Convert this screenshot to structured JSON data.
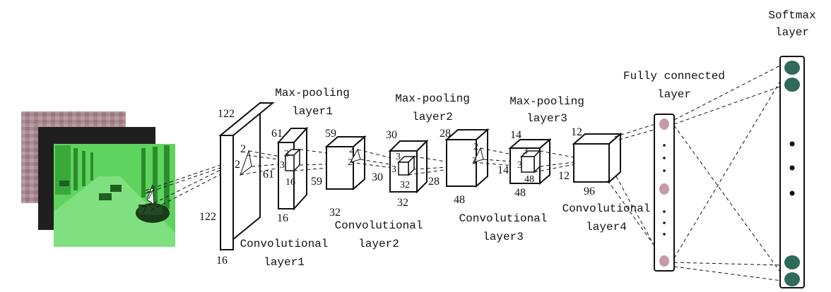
{
  "labels": {
    "softmax": [
      "Softmax",
      "layer"
    ],
    "fully_connected": [
      "Fully connected",
      "layer"
    ],
    "maxpool1": [
      "Max-pooling",
      "layer1"
    ],
    "maxpool2": [
      "Max-pooling",
      "layer2"
    ],
    "maxpool3": [
      "Max-pooling",
      "layer3"
    ],
    "conv1": [
      "Convolutional",
      "layer1"
    ],
    "conv2": [
      "Convolutional",
      "layer2"
    ],
    "conv3": [
      "Convolutional",
      "layer3"
    ],
    "conv4": [
      "Convolutional",
      "layer4"
    ]
  },
  "dims": {
    "conv1": {
      "depth": "122",
      "height": "122",
      "channels": "16",
      "kernel_w": "2",
      "kernel_h": "2"
    },
    "input_kernel": {
      "w": "7",
      "h": "7"
    },
    "pool1": {
      "size": "61",
      "width": "61",
      "channels": "16",
      "kernel_w": "3",
      "kernel_h": "3",
      "kernel_d": "16"
    },
    "conv2": {
      "size": "59",
      "width": "59",
      "channels": "32",
      "kernel_w": "2",
      "kernel_h": "2"
    },
    "pool2": {
      "size": "30",
      "width": "30",
      "channels": "32",
      "kernel_w": "3",
      "kernel_h": "3",
      "kernel_d": "32"
    },
    "conv3": {
      "size": "28",
      "width": "28",
      "channels": "48",
      "kernel_w": "2",
      "kernel_h": "2"
    },
    "pool3": {
      "size": "14",
      "width": "14",
      "channels": "48",
      "kernel_w": "3",
      "kernel_h": "3",
      "kernel_d": "48"
    },
    "conv4": {
      "size": "12",
      "width": "12",
      "channels": "96"
    }
  },
  "colors": {
    "ink": "#111111",
    "green_image": "#5fd35f",
    "pink_image": "#a98a93",
    "fc_node": "#c79aa6",
    "softmax_node": "#2f6b5a"
  }
}
